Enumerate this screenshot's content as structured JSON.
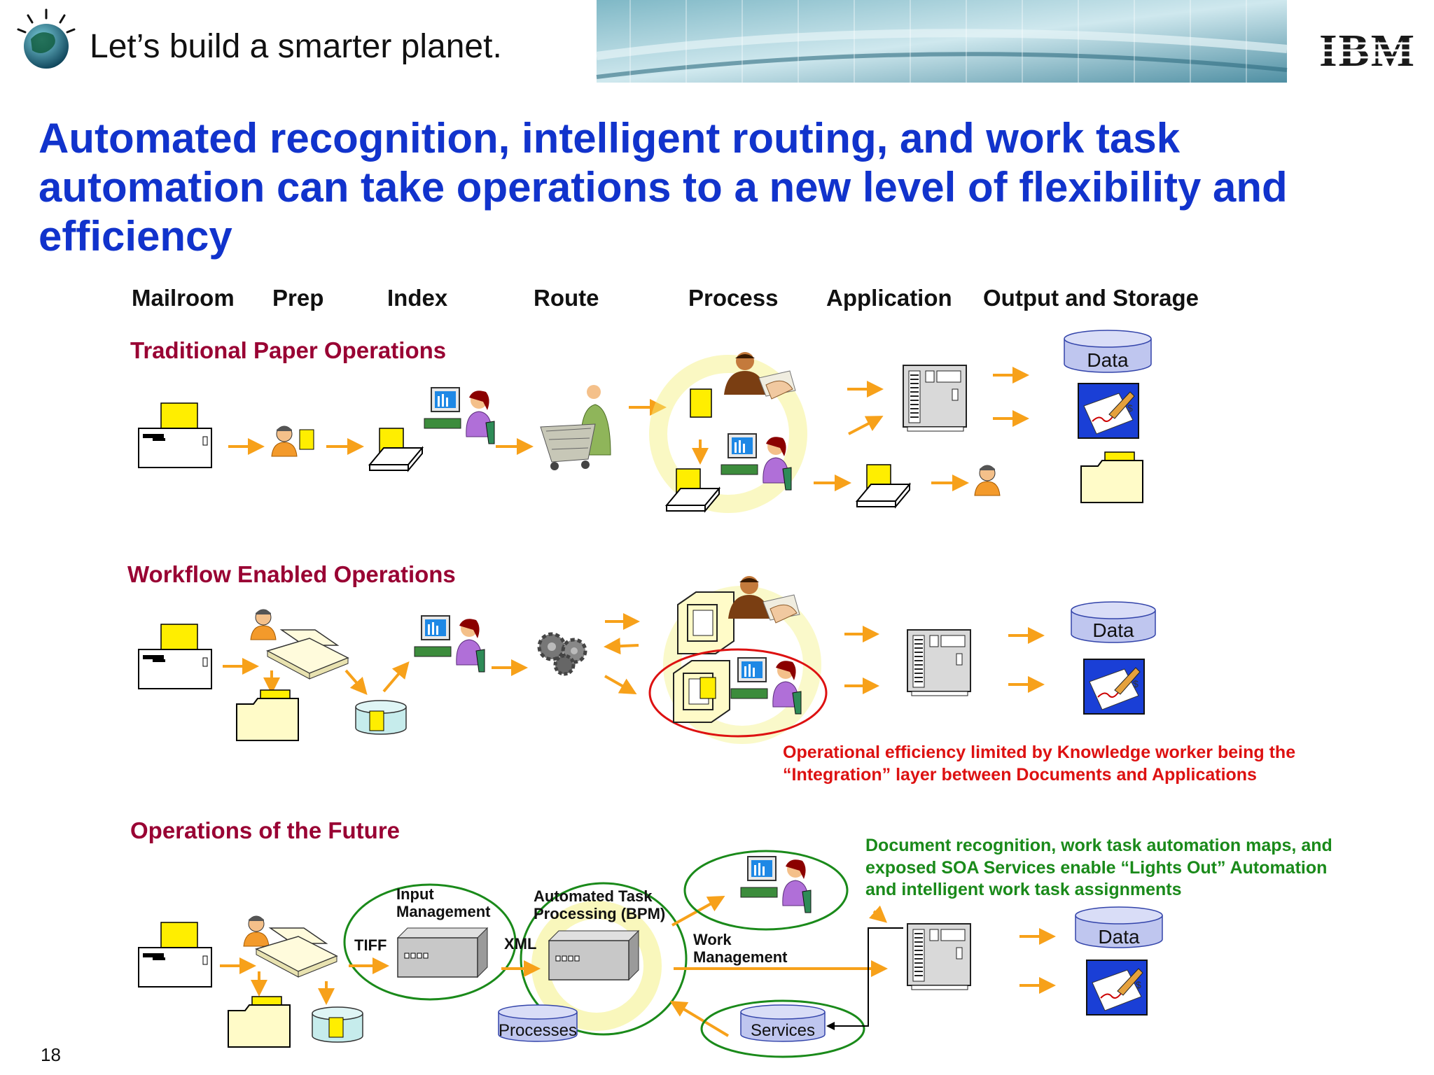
{
  "header": {
    "tagline": "Let’s build a smarter planet.",
    "logo_text": "IBM"
  },
  "title": {
    "lines": [
      "Automated recognition, intelligent routing, and work task",
      "automation can take operations to a new level of flexibility and",
      "efficiency"
    ]
  },
  "stages": [
    "Mailroom",
    "Prep",
    "Index",
    "Route",
    "Process",
    "Application",
    "Output and Storage"
  ],
  "sections": {
    "traditional": {
      "title": "Traditional Paper Operations",
      "data_label": "Data"
    },
    "workflow": {
      "title": "Workflow Enabled Operations",
      "data_label": "Data",
      "note_lines": [
        "Operational efficiency limited by Knowledge worker being the",
        "“Integration” layer between Documents and Applications"
      ]
    },
    "future": {
      "title": "Operations of the Future",
      "data_label": "Data",
      "input_mgmt_lines": [
        "Input",
        "Management"
      ],
      "bpm_lines": [
        "Automated Task",
        "Processing (BPM)"
      ],
      "work_mgmt_lines": [
        "Work",
        "Management"
      ],
      "tiff": "TIFF",
      "xml": "XML",
      "processes": "Processes",
      "services": "Services",
      "note_lines": [
        "Document recognition, work task automation maps, and",
        "exposed SOA Services enable “Lights Out” Automation",
        "and intelligent work task assignments"
      ]
    }
  },
  "page_number": "18",
  "colors": {
    "title_blue": "#1133cc",
    "section_maroon": "#990033",
    "note_red": "#dd1111",
    "note_green": "#1a8a1a",
    "arrow_orange": "#f7a11a",
    "doc_yellow": "#ffee00",
    "data_cylinder": "#bfc6ef"
  }
}
